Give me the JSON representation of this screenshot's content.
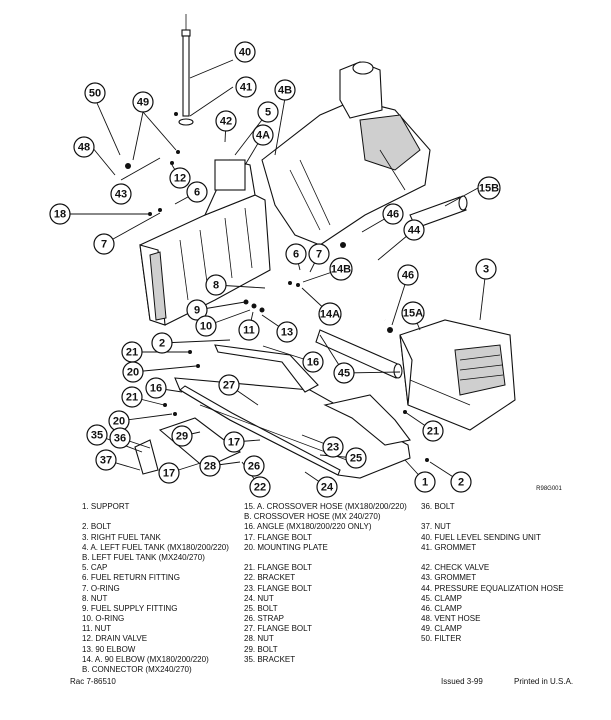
{
  "figure_code": "R98G001",
  "callouts": [
    {
      "label": "40"
    },
    {
      "label": "41"
    },
    {
      "label": "4B"
    },
    {
      "label": "50"
    },
    {
      "label": "49"
    },
    {
      "label": "42"
    },
    {
      "label": "5"
    },
    {
      "label": "4A"
    },
    {
      "label": "48"
    },
    {
      "label": "43"
    },
    {
      "label": "12"
    },
    {
      "label": "6"
    },
    {
      "label": "15B"
    },
    {
      "label": "18"
    },
    {
      "label": "7"
    },
    {
      "label": "46"
    },
    {
      "label": "44"
    },
    {
      "label": "6"
    },
    {
      "label": "7"
    },
    {
      "label": "14B"
    },
    {
      "label": "3"
    },
    {
      "label": "8"
    },
    {
      "label": "46"
    },
    {
      "label": "9"
    },
    {
      "label": "14A"
    },
    {
      "label": "15A"
    },
    {
      "label": "10"
    },
    {
      "label": "11"
    },
    {
      "label": "13"
    },
    {
      "label": "2"
    },
    {
      "label": "21"
    },
    {
      "label": "16"
    },
    {
      "label": "20"
    },
    {
      "label": "45"
    },
    {
      "label": "16"
    },
    {
      "label": "27"
    },
    {
      "label": "21"
    },
    {
      "label": "20"
    },
    {
      "label": "29"
    },
    {
      "label": "35"
    },
    {
      "label": "36"
    },
    {
      "label": "17"
    },
    {
      "label": "23"
    },
    {
      "label": "37"
    },
    {
      "label": "25"
    },
    {
      "label": "17"
    },
    {
      "label": "28"
    },
    {
      "label": "26"
    },
    {
      "label": "22"
    },
    {
      "label": "24"
    },
    {
      "label": "1"
    },
    {
      "label": "2"
    },
    {
      "label": "21"
    }
  ],
  "legend": {
    "col1": [
      "1. SUPPORT",
      "",
      "2. BOLT",
      "3. RIGHT FUEL TANK",
      "4. A. LEFT FUEL TANK (MX180/200/220)",
      "    B. LEFT FUEL TANK (MX240/270)",
      "5. CAP",
      "6. FUEL RETURN FITTING",
      "7. O-RING",
      "8. NUT",
      "9. FUEL SUPPLY FITTING",
      "10. O-RING",
      "11. NUT",
      "12. DRAIN VALVE",
      "13. 90 ELBOW",
      "14. A. 90 ELBOW (MX180/200/220)",
      "    B. CONNECTOR (MX240/270)"
    ],
    "col2": [
      "15. A. CROSSOVER HOSE (MX180/200/220)",
      "    B. CROSSOVER HOSE (MX 240/270)",
      "16. ANGLE (MX180/200/220 ONLY)",
      "17. FLANGE BOLT",
      "20. MOUNTING PLATE",
      "",
      "21. FLANGE BOLT",
      "22. BRACKET",
      "23. FLANGE BOLT",
      "24. NUT",
      "25. BOLT",
      "26. STRAP",
      "27. FLANGE BOLT",
      "28. NUT",
      "29. BOLT",
      "35. BRACKET"
    ],
    "col3": [
      "36. BOLT",
      "",
      "37. NUT",
      "40. FUEL LEVEL SENDING UNIT",
      "41. GROMMET",
      "",
      "42. CHECK VALVE",
      "43. GROMMET",
      "44. PRESSURE EQUALIZATION HOSE",
      "45. CLAMP",
      "46. CLAMP",
      "48. VENT HOSE",
      "49. CLAMP",
      "50. FILTER"
    ]
  },
  "footer": {
    "doc_number": "Rac 7-86510",
    "issued": "Issued 3-99",
    "printed": "Printed in U.S.A."
  }
}
